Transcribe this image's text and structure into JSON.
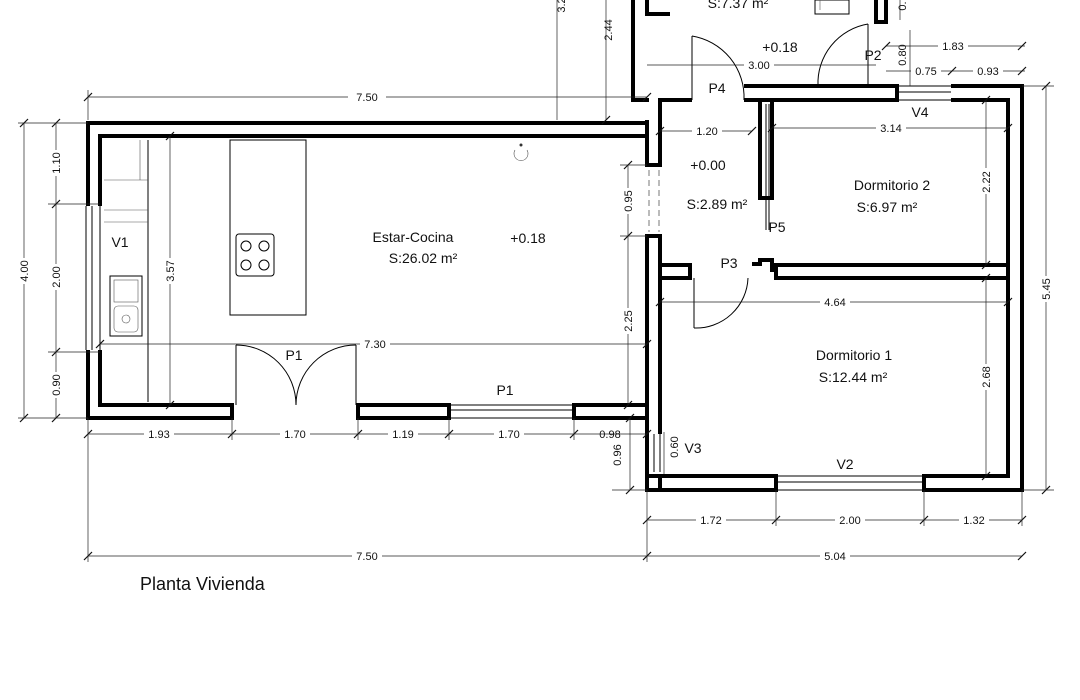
{
  "plan_title": "Planta Vivienda",
  "rooms": {
    "estar": {
      "name": "Estar-Cocina",
      "area": "S:26.02 m²",
      "level": "+0.18"
    },
    "hall": {
      "level": "+0.00",
      "area": "S:2.89 m²"
    },
    "bath_top": {
      "area": "S:7.37 m²",
      "level": "+0.18"
    },
    "dorm2": {
      "name": "Dormitorio 2",
      "area": "S:6.97 m²"
    },
    "dorm1": {
      "name": "Dormitorio 1",
      "area": "S:12.44 m²"
    }
  },
  "openings": {
    "v1": "V1",
    "v2": "V2",
    "v3": "V3",
    "v4": "V4",
    "p1_door": "P1",
    "p1_window": "P1",
    "p2": "P2",
    "p3": "P3",
    "p4": "P4",
    "p5": "P5"
  },
  "dimensions": {
    "top_750": "7.50",
    "top_244": "2.44",
    "top_partial": "3.2",
    "top_300": "3.00",
    "top_183": "1.83",
    "top_080": "0.80",
    "top_075": "0.75",
    "top_093": "0.93",
    "top_0_partial": "0.",
    "hall_120": "1.20",
    "d2_314": "3.14",
    "d2_222": "2.22",
    "left_110": "1.10",
    "left_200": "2.00",
    "left_400": "4.00",
    "left_090": "0.90",
    "kitchen_357": "3.57",
    "mid_095": "0.95",
    "mid_225": "2.25",
    "mid_730": "7.30",
    "d1_464": "4.64",
    "d1_268": "2.68",
    "right_545": "5.45",
    "bot_193": "1.93",
    "bot_170a": "1.70",
    "bot_119": "1.19",
    "bot_170b": "1.70",
    "bot_098": "0.98",
    "v3_096": "0.96",
    "v3_060": "0.60",
    "bot_172": "1.72",
    "bot_200": "2.00",
    "bot_132": "1.32",
    "total_750": "7.50",
    "total_504": "5.04"
  }
}
